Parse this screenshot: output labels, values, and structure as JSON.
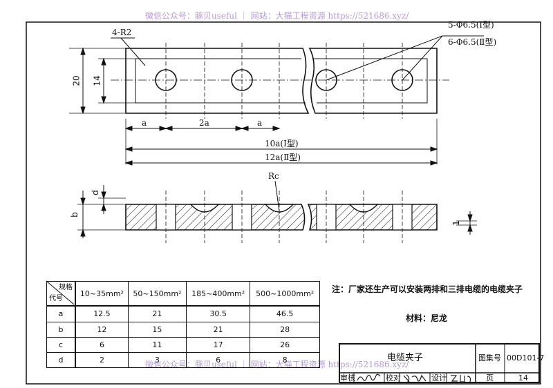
{
  "watermark": {
    "top": "微信公众号：豚贝useful ｜ 网站：大猫工程资源 https://521686.xyz/",
    "bottom": "微信公众号：豚贝useful ｜ 网站：大猫工程资源 https://521686.xyz/"
  },
  "plan_view": {
    "corner_label": "4-R2",
    "hole_label_1": "5-Φ6.5(Ⅰ型)",
    "hole_label_2": "6-Φ6.5(Ⅱ型)",
    "height_outer": "20",
    "height_inner": "14",
    "dim_a_left": "a",
    "dim_2a": "2a",
    "dim_a_right": "a",
    "length_type1": "10a(Ⅰ型)",
    "length_type2": "12a(Ⅱ型)"
  },
  "section_view": {
    "radius_label": "Rc",
    "dim_d": "d",
    "dim_b": "b",
    "dim_1": "1"
  },
  "spec_table": {
    "corner_top": "规格",
    "corner_bottom": "代号",
    "columns": [
      "10~35mm²",
      "50~150mm²",
      "185~400mm²",
      "500~1000mm²"
    ],
    "rows": [
      {
        "code": "a",
        "values": [
          "12.5",
          "21",
          "30.5",
          "46.5"
        ]
      },
      {
        "code": "b",
        "values": [
          "12",
          "15",
          "21",
          "28"
        ]
      },
      {
        "code": "c",
        "values": [
          "6",
          "11",
          "17",
          "26"
        ]
      },
      {
        "code": "d",
        "values": [
          "2",
          "3",
          "6",
          "8"
        ]
      }
    ]
  },
  "notes": {
    "note": "注：厂家还生产可以安装两排和三排电缆的电缆夹子",
    "material": "材料：尼龙"
  },
  "title_block": {
    "title": "电缆夹子",
    "atlas_label": "图集号",
    "atlas_no": "00D101-7",
    "review_label": "审核",
    "proof_label": "校对",
    "design_label": "设计",
    "page_label": "页",
    "page_no": "14"
  }
}
